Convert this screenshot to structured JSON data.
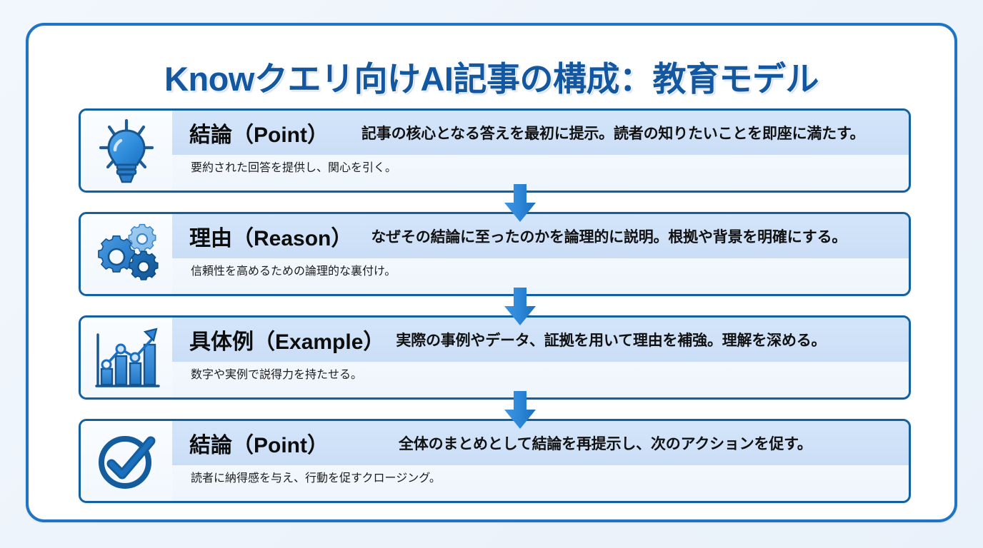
{
  "title": "Knowクエリ向けAI記事の構成：教育モデル",
  "colors": {
    "frame_border": "#1f74c4",
    "card_border": "#14609f",
    "title_text": "#1257a0",
    "header_band": "#cfe1f8",
    "arrow": "#2d86d8",
    "page_background": "#eef4fb"
  },
  "steps": [
    {
      "icon": "lightbulb-icon",
      "title": "結論（Point）",
      "description": "記事の核心となる答えを最初に提示。読者の知りたいことを即座に満たす。",
      "subtitle": "要約された回答を提供し、関心を引く。"
    },
    {
      "icon": "gears-icon",
      "title": "理由（Reason）",
      "description": "なぜその結論に至ったのかを論理的に説明。根拠や背景を明確にする。",
      "subtitle": "信頼性を高めるための論理的な裏付け。"
    },
    {
      "icon": "bar-chart-growth-icon",
      "title": "具体例（Example）",
      "description": "実際の事例やデータ、証拠を用いて理由を補強。理解を深める。",
      "subtitle": "数字や実例で説得力を持たせる。"
    },
    {
      "icon": "check-circle-icon",
      "title": "結論（Point）",
      "description": "全体のまとめとして結論を再提示し、次のアクションを促す。",
      "subtitle": "読者に納得感を与え、行動を促すクロージング。"
    }
  ],
  "connectors": [
    {
      "name": "arrow-step1-to-step2",
      "direction": "down"
    },
    {
      "name": "arrow-step2-to-step3",
      "direction": "down"
    },
    {
      "name": "arrow-step3-to-step4",
      "direction": "down"
    }
  ]
}
